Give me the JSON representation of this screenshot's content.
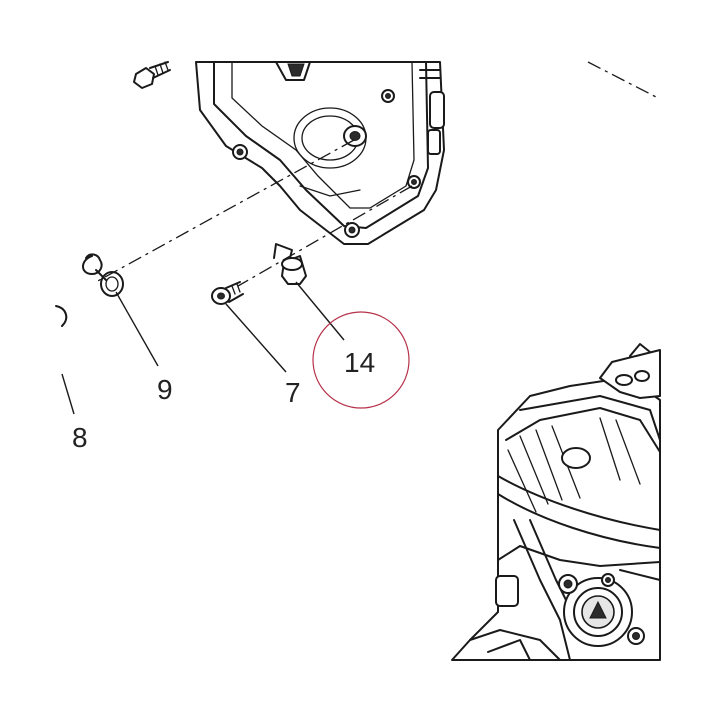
{
  "diagram": {
    "callouts": [
      {
        "id": "9",
        "label": "9"
      },
      {
        "id": "7",
        "label": "7"
      },
      {
        "id": "8",
        "label": "8"
      },
      {
        "id": "14",
        "label": "14"
      }
    ],
    "highlight_color": "#b5324a",
    "line_color": "#1a1a1a"
  }
}
